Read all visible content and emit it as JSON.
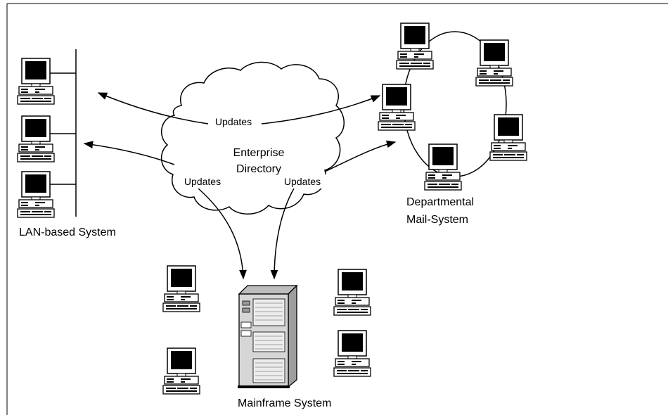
{
  "cloud": {
    "title_line1": "Enterprise",
    "title_line2": "Directory",
    "updates_top": "Updates",
    "updates_left": "Updates",
    "updates_right": "Updates"
  },
  "systems": {
    "lan": "LAN-based System",
    "departmental_line1": "Departmental",
    "departmental_line2": "Mail-System",
    "mainframe": "Mainframe System"
  },
  "colors": {
    "line": "#000000",
    "screen": "#000000",
    "computer_body": "#ffffff",
    "mainframe_body": "#d6d6d6",
    "mainframe_panel": "#ececec"
  },
  "icons": [
    "desktop-computer-icon",
    "mainframe-icon",
    "cloud-shape"
  ]
}
